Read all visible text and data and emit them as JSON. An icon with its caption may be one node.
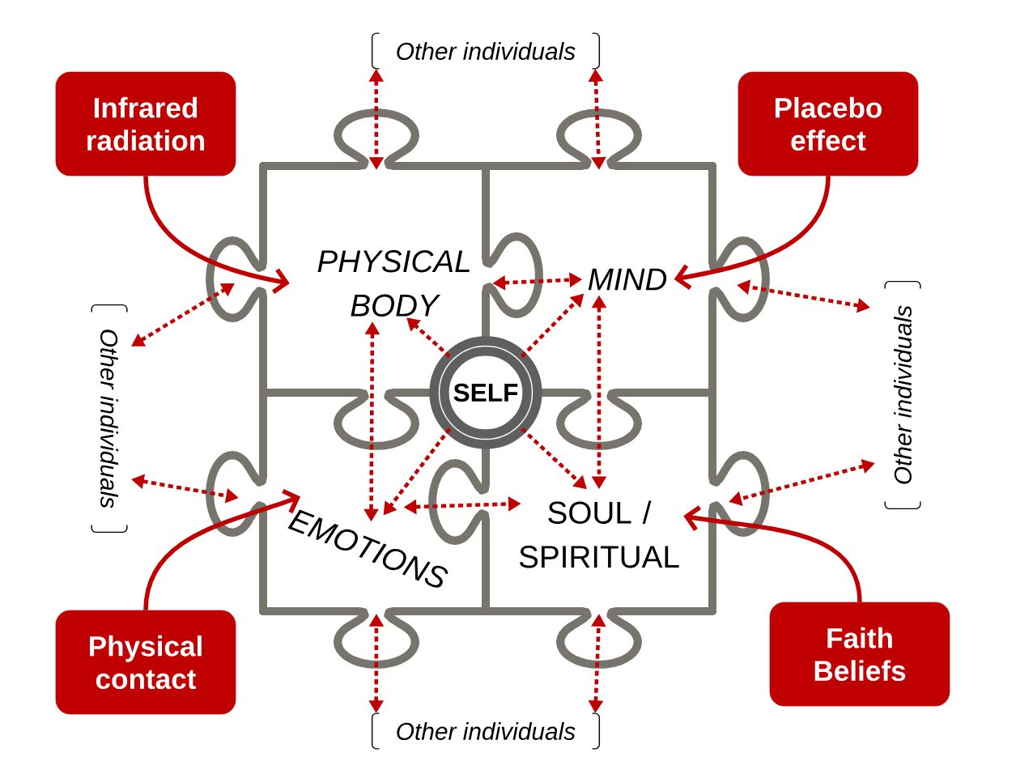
{
  "diagram": {
    "nodes": [
      {
        "text": [
          "Infrared radiation"
        ]
      },
      {
        "text": [
          "Placebo effect"
        ]
      },
      {
        "text": [
          "Physical contact"
        ]
      },
      {
        "text": [
          "Faith Beliefs"
        ]
      },
      {
        "text": [
          "PHYSICAL BODY"
        ]
      },
      {
        "text": [
          "MIND"
        ]
      },
      {
        "text": [
          "EMOTIONS"
        ]
      },
      {
        "text": [
          "SOUL / SPIRITUAL"
        ]
      },
      {
        "text": [
          "SELF"
        ]
      },
      {
        "text": [
          "Other individuals"
        ]
      },
      {
        "text": [
          "Other individuals"
        ]
      },
      {
        "text": [
          "Other individuals"
        ]
      },
      {
        "text": [
          "Other individuals"
        ]
      }
    ],
    "edges": [
      {
        "from": 0,
        "to": 4,
        "arrow": "to"
      },
      {
        "from": 1,
        "to": 5,
        "arrow": "to"
      },
      {
        "from": 2,
        "to": 6,
        "arrow": "to"
      },
      {
        "from": 3,
        "to": 7,
        "arrow": "to"
      },
      {
        "from": 4,
        "to": 5,
        "arrow": "both",
        "style": "dashed"
      },
      {
        "from": 4,
        "to": 6,
        "arrow": "both",
        "style": "dashed"
      },
      {
        "from": 5,
        "to": 7,
        "arrow": "both",
        "style": "dashed"
      },
      {
        "from": 6,
        "to": 7,
        "arrow": "both",
        "style": "dashed"
      },
      {
        "from": 8,
        "to": 4,
        "arrow": "to",
        "style": "dashed"
      },
      {
        "from": 8,
        "to": 5,
        "arrow": "to",
        "style": "dashed"
      },
      {
        "from": 8,
        "to": 6,
        "arrow": "to",
        "style": "dashed"
      },
      {
        "from": 8,
        "to": 7,
        "arrow": "to",
        "style": "dashed"
      },
      {
        "from": 9,
        "to": null,
        "arrow": "both",
        "style": "dashed"
      },
      {
        "from": 9,
        "to": null,
        "arrow": "both",
        "style": "dashed"
      },
      {
        "from": 10,
        "to": null,
        "arrow": "both",
        "style": "dashed"
      },
      {
        "from": 10,
        "to": null,
        "arrow": "both",
        "style": "dashed"
      },
      {
        "from": 11,
        "to": null,
        "arrow": "both",
        "style": "dashed"
      },
      {
        "from": 11,
        "to": null,
        "arrow": "both",
        "style": "dashed"
      },
      {
        "from": 12,
        "to": null,
        "arrow": "both",
        "style": "dashed"
      },
      {
        "from": 12,
        "to": null,
        "arrow": "both",
        "style": "dashed"
      }
    ]
  }
}
